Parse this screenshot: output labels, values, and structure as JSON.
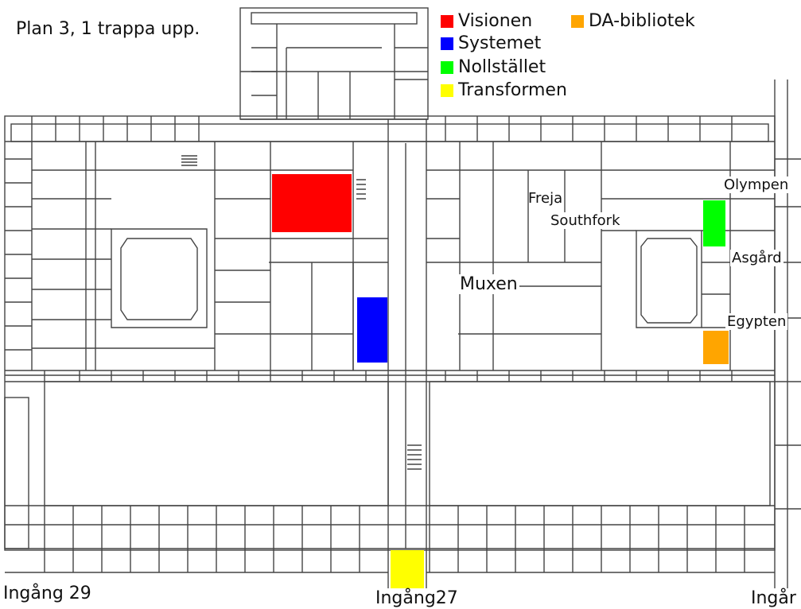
{
  "title": "Plan 3, 1 trappa upp.",
  "legend": [
    {
      "label": "Visionen",
      "color": "#ff0000"
    },
    {
      "label": "Systemet",
      "color": "#0000ff"
    },
    {
      "label": "Nollstället",
      "color": "#00ff00"
    },
    {
      "label": "Transformen",
      "color": "#ffff00"
    },
    {
      "label": "DA-bibliotek",
      "color": "#ffa500"
    }
  ],
  "rooms": {
    "visionen": {
      "color": "#ff0000"
    },
    "systemet": {
      "color": "#0000ff"
    },
    "nollstallet": {
      "color": "#00ff00"
    },
    "transformen": {
      "color": "#ffff00"
    },
    "da_bibliotek": {
      "color": "#ffa500"
    }
  },
  "places": {
    "freja": "Freja",
    "southfork": "Southfork",
    "olympen": "Olympen",
    "asgard": "Asgård",
    "muxen": "Muxen",
    "egypten": "Egypten"
  },
  "entrances": {
    "ingang29": "Ingång 29",
    "ingang27": "Ingång27",
    "ingang_right": "Ingår"
  }
}
